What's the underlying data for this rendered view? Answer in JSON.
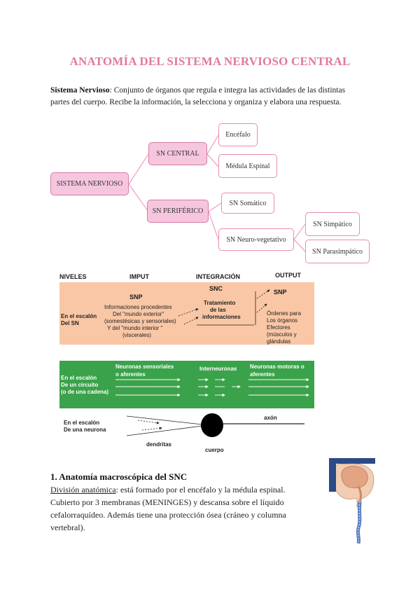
{
  "title": "ANATOMÍA DEL SISTEMA NERVIOSO CENTRAL",
  "intro": {
    "term": "Sistema Nervioso",
    "text": ": Conjunto de órganos que regula e integra las actividades de las distintas partes del cuerpo. Recibe la información, la selecciona y organiza y elabora una respuesta."
  },
  "mindmap": {
    "root": "SISTEMA NERVIOSO",
    "central": "SN CENTRAL",
    "encefalo": "Encéfalo",
    "medula": "Médula Espinal",
    "periferico": "SN PERIFÉRICO",
    "somatico": "SN Somático",
    "neurovegetativo": "SN Neuro-vegetativo",
    "simpatico": "SN Simpático",
    "parasimpatico": "SN Parasimpático"
  },
  "neuro": {
    "headers": {
      "niveles": "NIVELES",
      "imput": "IMPUT",
      "integracion": "INTEGRACIÓN",
      "output": "OUTPUT"
    },
    "orange": {
      "left_label_1": "En el escalón",
      "left_label_2": "Del  SN",
      "snp_left": "SNP",
      "info_1": "Informaciones procedentes",
      "info_2": "Del \"mundo exterior\"",
      "info_3": "(somestésicas y sensoriales)",
      "info_4": "Y del \"mundo interior \"",
      "info_5": "(viscerales)",
      "snc": "SNC",
      "trat_1": "Tratamiento",
      "trat_2": "de las",
      "trat_3": "informaciones",
      "snp_right": "SNP",
      "out_1": "Órdenes para",
      "out_2": "Los órganos",
      "out_3": "Efectores",
      "out_4": "(músculos y",
      "out_5": "glándulas"
    },
    "green": {
      "left_1": "En el escalón",
      "left_2": "De un circuito",
      "left_3": "(o de una cadena)",
      "sens_1": "Neuronas sensoriales",
      "sens_2": "o aferentes",
      "inter": "Interneuronas",
      "motor_1": "Neuronas motoras o",
      "motor_2": "aferentes"
    },
    "neuron": {
      "left_1": "En el escalón",
      "left_2": "De una neurona",
      "axon": "axón",
      "dendritas": "dendritas",
      "cuerpo": "cuerpo"
    }
  },
  "section": {
    "heading": "1. Anatomía macroscópica del SNC",
    "label": "División anatómica",
    "text": ": está formado por el encéfalo y la médula espinal. Cubierto por 3 membranas (MENINGES) y descansa sobre el líquido cefalorraquídeo. Además tiene una protección ósea (cráneo y columna vertebral)."
  }
}
